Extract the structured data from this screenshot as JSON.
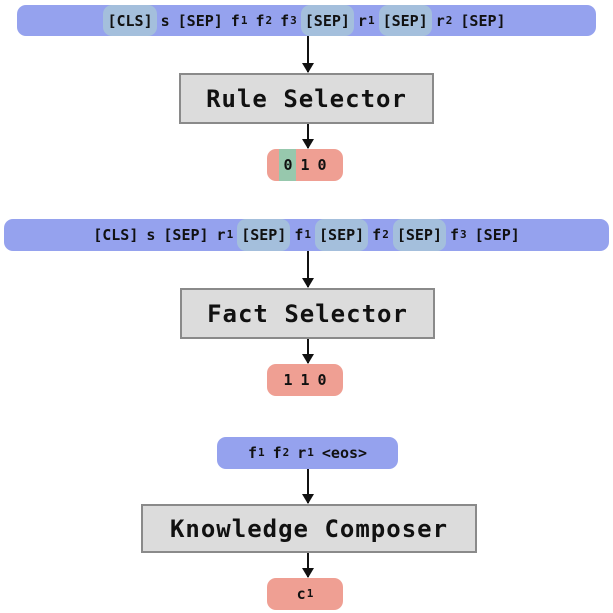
{
  "rule_stage": {
    "input_tokens": [
      {
        "base": "[CLS]",
        "sub": "",
        "highlight": true
      },
      {
        "base": "s",
        "sub": "",
        "highlight": false
      },
      {
        "base": "[SEP]",
        "sub": "",
        "highlight": false
      },
      {
        "base": "f",
        "sub": "1",
        "highlight": false
      },
      {
        "base": "f",
        "sub": "2",
        "highlight": false
      },
      {
        "base": "f",
        "sub": "3",
        "highlight": false
      },
      {
        "base": "[SEP]",
        "sub": "",
        "highlight": true
      },
      {
        "base": "r",
        "sub": "1",
        "highlight": false
      },
      {
        "base": "[SEP]",
        "sub": "",
        "highlight": true
      },
      {
        "base": "r",
        "sub": "2",
        "highlight": false
      },
      {
        "base": "[SEP]",
        "sub": "",
        "highlight": false
      }
    ],
    "module": "Rule Selector",
    "output_bits": [
      {
        "value": "0",
        "selected": true
      },
      {
        "value": "1",
        "selected": false
      },
      {
        "value": "0",
        "selected": false
      }
    ]
  },
  "fact_stage": {
    "input_tokens": [
      {
        "base": "[CLS]",
        "sub": "",
        "highlight": false
      },
      {
        "base": "s",
        "sub": "",
        "highlight": false
      },
      {
        "base": "[SEP]",
        "sub": "",
        "highlight": false
      },
      {
        "base": "r",
        "sub": "1",
        "highlight": false
      },
      {
        "base": "[SEP]",
        "sub": "",
        "highlight": true
      },
      {
        "base": "f",
        "sub": "1",
        "highlight": false
      },
      {
        "base": "[SEP]",
        "sub": "",
        "highlight": true
      },
      {
        "base": "f",
        "sub": "2",
        "highlight": false
      },
      {
        "base": "[SEP]",
        "sub": "",
        "highlight": true
      },
      {
        "base": "f",
        "sub": "3",
        "highlight": false
      },
      {
        "base": "[SEP]",
        "sub": "",
        "highlight": false
      }
    ],
    "module": "Fact Selector",
    "output_bits": [
      {
        "value": "1",
        "selected": false
      },
      {
        "value": "1",
        "selected": false
      },
      {
        "value": "0",
        "selected": false
      }
    ]
  },
  "compose_stage": {
    "input_tokens": [
      {
        "base": "f",
        "sub": "1",
        "highlight": false
      },
      {
        "base": "f",
        "sub": "2",
        "highlight": false
      },
      {
        "base": "r",
        "sub": "1",
        "highlight": false
      },
      {
        "base": "<eos>",
        "sub": "",
        "highlight": false
      }
    ],
    "module": "Knowledge Composer",
    "output": {
      "base": "c",
      "sub": "1"
    }
  }
}
